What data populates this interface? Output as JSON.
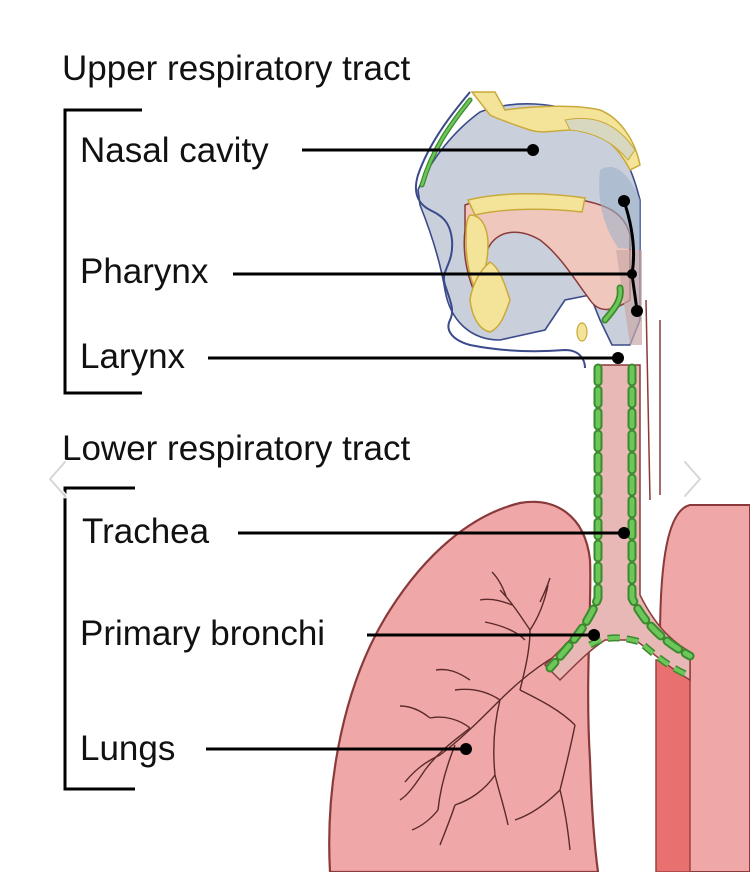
{
  "groups": {
    "upper": {
      "heading": "Upper respiratory tract",
      "labels": {
        "nasal_cavity": "Nasal cavity",
        "pharynx": "Pharynx",
        "larynx": "Larynx"
      }
    },
    "lower": {
      "heading": "Lower respiratory tract",
      "labels": {
        "trachea": "Trachea",
        "primary_bronchi": "Primary bronchi",
        "lungs": "Lungs"
      }
    }
  },
  "colors": {
    "nasal_region": "#c9d0dc",
    "bone": "#f4e49a",
    "bone_outline": "#c9a93a",
    "mucosa": "#f0c7bc",
    "airway": "#e7b8b5",
    "lung_fill": "#f0a7a7",
    "lung_outline": "#8a3a3a",
    "cartilage": "#4aa83a",
    "vessel": "#e8706e",
    "skin_outline": "#3a4a8a"
  },
  "icons": {
    "prev": "chevron-left-icon",
    "next": "chevron-right-icon"
  }
}
